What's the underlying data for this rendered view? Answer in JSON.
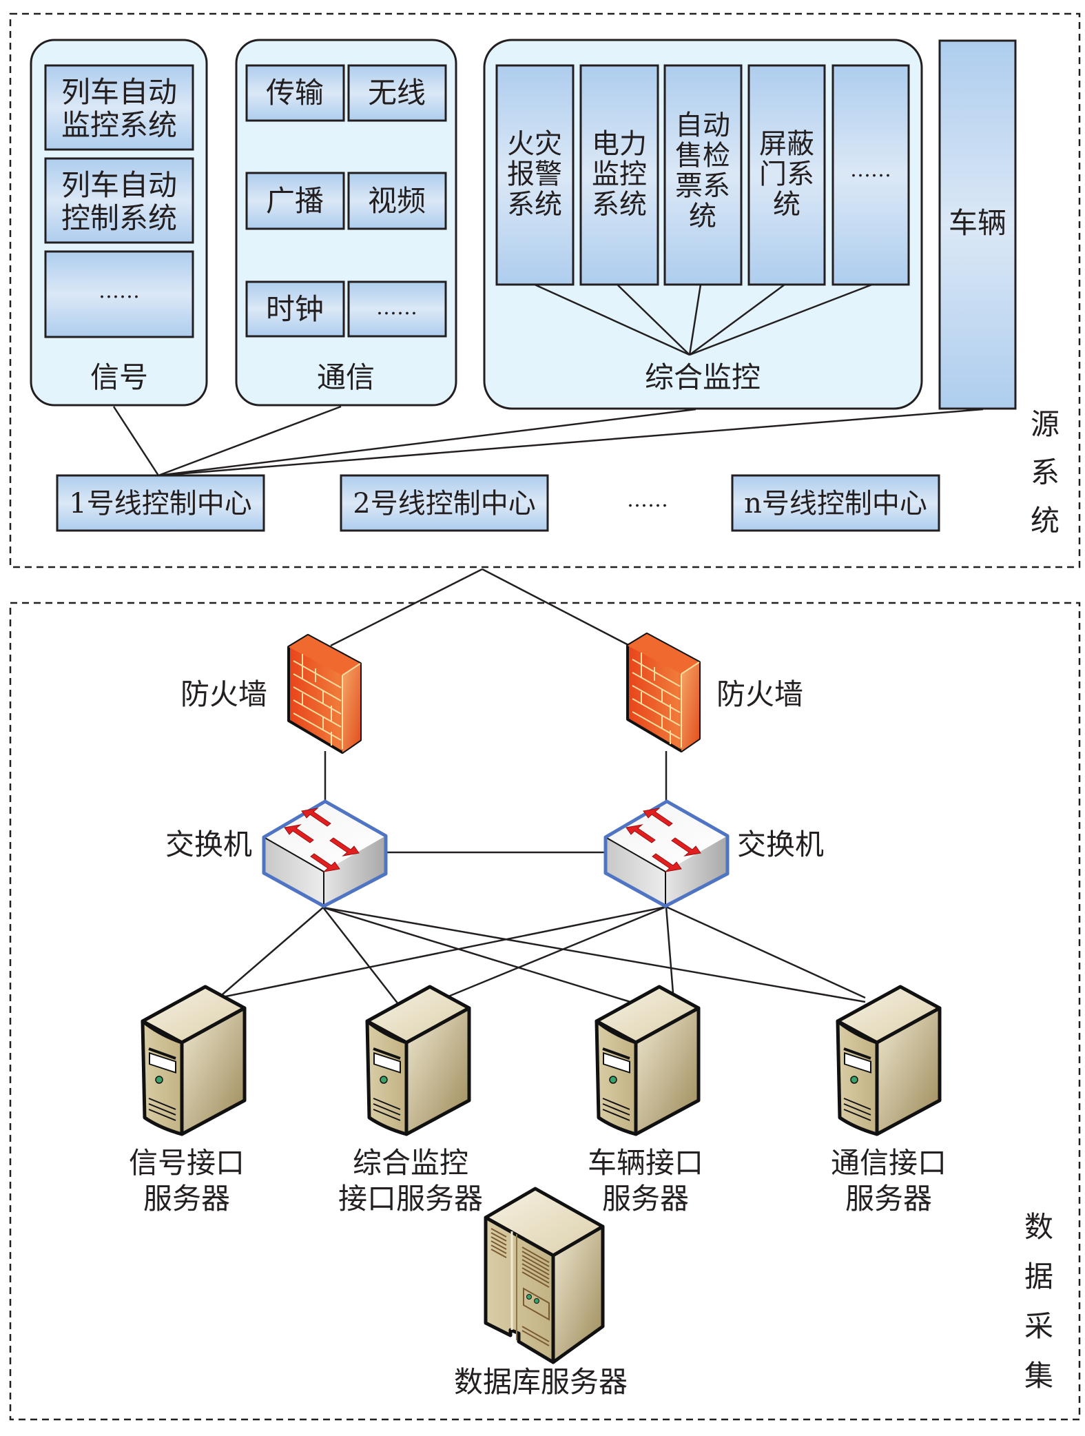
{
  "colors": {
    "group_fill": "#e3f4fc",
    "box_edge": "#aecdee",
    "box_mid": "#dbe8f6",
    "line": "#231f20",
    "firewall": "#e8491d",
    "switch_border": "#4f74c3",
    "arrow": "#e02020",
    "server": "#c9b98a"
  },
  "source_system": {
    "section_label": [
      "源",
      "系",
      "统"
    ],
    "signal_group": {
      "label": "信号",
      "items": [
        {
          "lines": [
            "列车自动",
            "监控系统"
          ]
        },
        {
          "lines": [
            "列车自动",
            "控制系统"
          ]
        },
        {
          "lines": [
            "……"
          ]
        }
      ]
    },
    "comm_group": {
      "label": "通信",
      "items": [
        "传输",
        "无线",
        "广播",
        "视频",
        "时钟",
        "……"
      ]
    },
    "integrated_group": {
      "label": "综合监控",
      "items": [
        {
          "lines": [
            "火灾",
            "报警",
            "系统"
          ]
        },
        {
          "lines": [
            "电力",
            "监控",
            "系统"
          ]
        },
        {
          "lines": [
            "自动",
            "售检",
            "票系",
            "统"
          ]
        },
        {
          "lines": [
            "屏蔽",
            "门系",
            "统"
          ]
        },
        {
          "lines": [
            "……"
          ]
        }
      ]
    },
    "vehicle": {
      "label": "车辆"
    },
    "control_centers": [
      "1号线控制中心",
      "2号线控制中心",
      "n号线控制中心"
    ],
    "control_ellipsis": "……"
  },
  "data_collection": {
    "section_label": [
      "数",
      "据",
      "采",
      "集"
    ],
    "firewall_label": "防火墙",
    "switch_label": "交换机",
    "interface_servers": [
      {
        "lines": [
          "信号接口",
          "服务器"
        ]
      },
      {
        "lines": [
          "综合监控",
          "接口服务器"
        ]
      },
      {
        "lines": [
          "车辆接口",
          "服务器"
        ]
      },
      {
        "lines": [
          "通信接口",
          "服务器"
        ]
      }
    ],
    "database_server": "数据库服务器"
  }
}
